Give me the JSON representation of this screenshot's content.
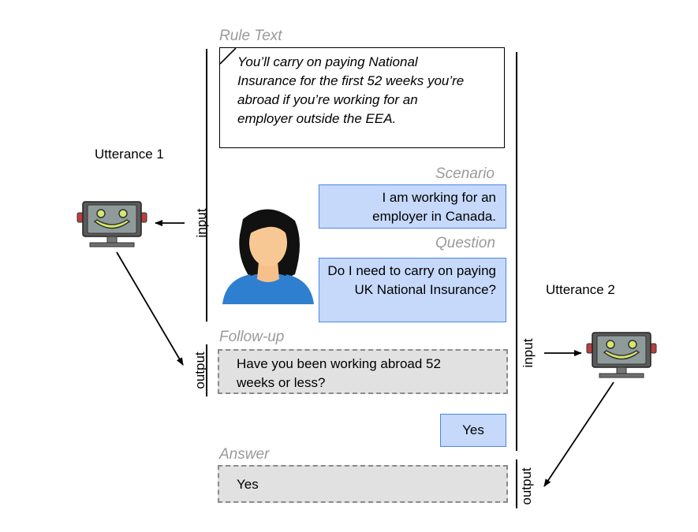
{
  "labels": {
    "rule_text": "Rule Text",
    "scenario": "Scenario",
    "question": "Question",
    "follow_up": "Follow-up",
    "answer": "Answer",
    "utterance_1": "Utterance 1",
    "utterance_2": "Utterance 2",
    "input_1": "input",
    "output_1": "output",
    "input_2": "input",
    "output_2": "output"
  },
  "rule_text": "You’ll carry on paying National Insurance for the first 52 weeks you’re abroad if you’re working for an employer outside the EEA.",
  "scenario_text": "I am working for an employer in Canada.",
  "question_text": "Do I need to carry on paying UK National Insurance?",
  "follow_up_text": "Have you been working abroad 52 weeks or less?",
  "user_answer": "Yes",
  "answer_text": "Yes",
  "colors": {
    "blue_fill": "#c6d9fb",
    "blue_border": "#4a86e8",
    "gray_fill": "#e1e1e1",
    "label_gray": "#9a9a9a"
  },
  "icons": [
    "robot-icon",
    "user-avatar-icon"
  ]
}
